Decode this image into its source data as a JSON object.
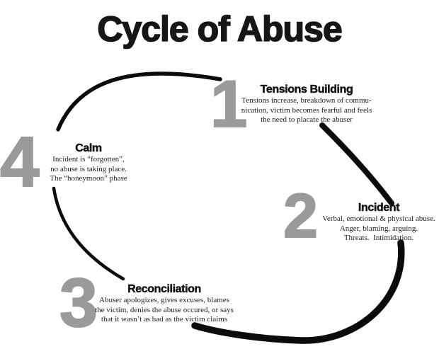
{
  "title": "Cycle of Abuse",
  "colors": {
    "number_gray": "#9a9a9a",
    "arc_black": "#0b0b0b",
    "heading_black": "#161616",
    "body_text": "#222222",
    "background": "#ffffff"
  },
  "phases": [
    {
      "number": "1",
      "heading": "Tensions Building",
      "lines": [
        "Tensions increase, breakdown of commu-",
        "nication, victim becomes fearful and feels",
        "the need to placate the abuser"
      ]
    },
    {
      "number": "2",
      "heading": "Incident",
      "lines": [
        "Verbal, emotional & physical abuse.",
        "Anger, blaming, arguing.",
        "Threats.  Intimidation."
      ]
    },
    {
      "number": "3",
      "heading": "Reconciliation",
      "lines": [
        "Abuser apologizes, gives excuses, blames",
        "the victim, denies the abuse occured, or says",
        "that it wasn’t as bad as the victim claims"
      ]
    },
    {
      "number": "4",
      "heading": "Calm",
      "lines": [
        "Incident is “forgotten”,",
        "no abuse is taking place.",
        "The “honeymoon” phase"
      ]
    }
  ]
}
